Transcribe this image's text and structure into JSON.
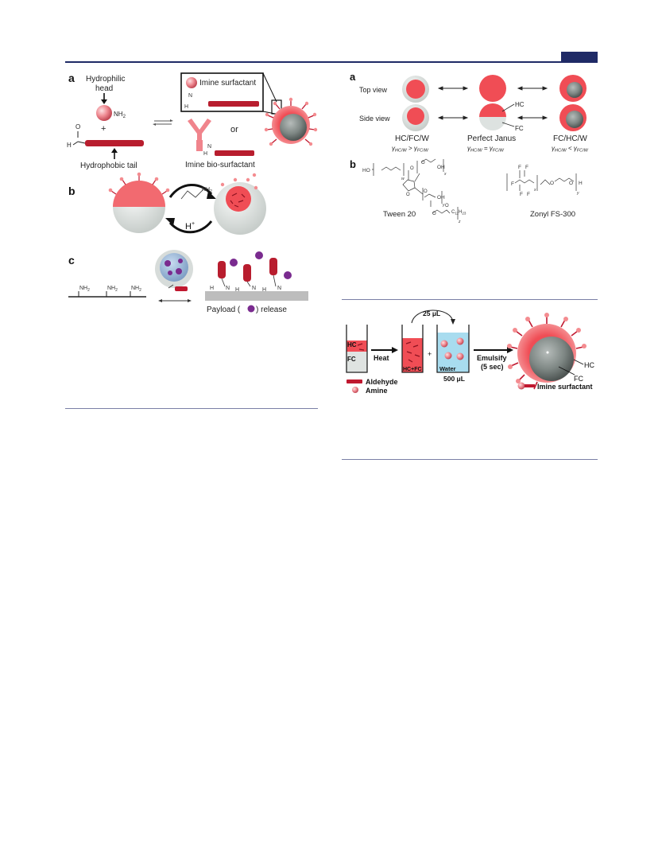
{
  "left_figure": {
    "panel_a": {
      "label": "a",
      "hydrophilic_head": [
        "Hydrophilic",
        "head"
      ],
      "nh2": "NH",
      "nh2_sub": "2",
      "plus": "+",
      "o_atom": "O",
      "h_atom": "H",
      "hydrophobic_tail": "Hydrophobic tail",
      "imine_surfactant": "Imine surfactant",
      "or": "or",
      "imine_bio_surfactant": "Imine bio-surfactant",
      "n_atom": "N"
    },
    "panel_b": {
      "label": "b",
      "nh2": "NH",
      "nh2_sub": "2",
      "h_plus": "H",
      "h_plus_sup": "+"
    },
    "panel_c": {
      "label": "c",
      "nh2": "NH",
      "nh2_sub": "2",
      "payload_left": "Payload (",
      "payload_right": ")  release",
      "h_atom": "H",
      "n_atom": "N"
    }
  },
  "right_top_figure": {
    "panel_a": {
      "label": "a",
      "top_view": "Top view",
      "side_view": "Side view",
      "hc": "HC",
      "fc": "FC",
      "titles": [
        "HC/FC/W",
        "Perfect Janus",
        "FC/HC/W"
      ],
      "gamma": "γ",
      "sub_hcw": "HC/W",
      "sub_fcw": "FC/W",
      "ops": [
        ">",
        "=",
        "<"
      ]
    },
    "panel_b": {
      "label": "b",
      "tween": "Tween 20",
      "zonyl": "Zonyl FS-300",
      "atoms": {
        "ho": "HO",
        "oh": "OH",
        "o": "O",
        "f": "F",
        "h": "H",
        "c11h23": "C",
        "c11h23_sub": "11",
        "h23": "H",
        "h23_sub": "23"
      },
      "subs": {
        "w": "w",
        "x": "x",
        "y": "y",
        "z": "z"
      }
    }
  },
  "right_bottom_figure": {
    "hc": "HC",
    "fc": "FC",
    "heat": "Heat",
    "hc_fc": "HC+FC",
    "plus": "+",
    "transfer_volume": "25 μL",
    "water": "Water",
    "water_volume": "500 μL",
    "emulsify": [
      "Emulsify",
      "(5 sec)"
    ],
    "legend_aldehyde": "Aldehyde",
    "legend_amine": "Amine",
    "droplet_hc": "HC",
    "droplet_fc": "FC",
    "legend_imine": "Imine surfactant"
  },
  "colors": {
    "rule": "#1f2a66",
    "red": "#c0182f",
    "pink": "#f25a61",
    "grey_sphere": "#7c8682",
    "light_sphere": "#dfe3e1"
  }
}
